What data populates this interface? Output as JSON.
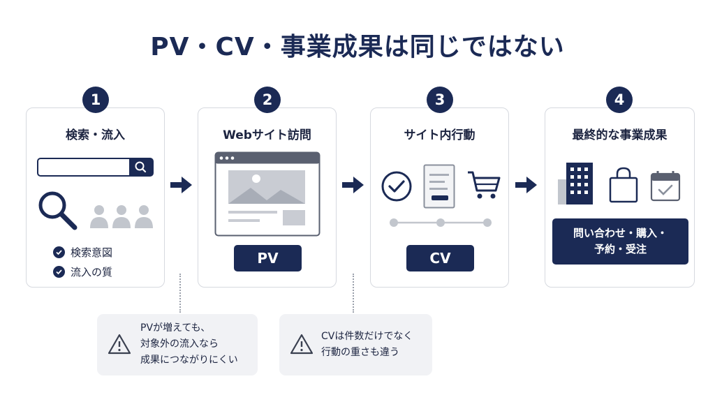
{
  "title": "PV・CV・事業成果は同じではない",
  "steps": [
    {
      "number": "1",
      "title": "検索・流入",
      "checks": [
        "検索意図",
        "流入の質"
      ]
    },
    {
      "number": "2",
      "title": "Webサイト訪問",
      "badge": "PV"
    },
    {
      "number": "3",
      "title": "サイト内行動",
      "badge": "CV"
    },
    {
      "number": "4",
      "title": "最終的な事業成果",
      "badge_lines": [
        "問い合わせ・購入・",
        "予約・受注"
      ]
    }
  ],
  "notes": [
    {
      "lines": [
        "PVが増えても、",
        "対象外の流入なら",
        "成果につながりにくい"
      ]
    },
    {
      "lines": [
        "CVは件数だけでなく",
        "行動の重さも違う"
      ]
    }
  ],
  "colors": {
    "navy": "#1b2a55",
    "gray_icon": "#c2c6cd",
    "card_border": "#d6d9df",
    "note_bg": "#f1f2f5"
  }
}
